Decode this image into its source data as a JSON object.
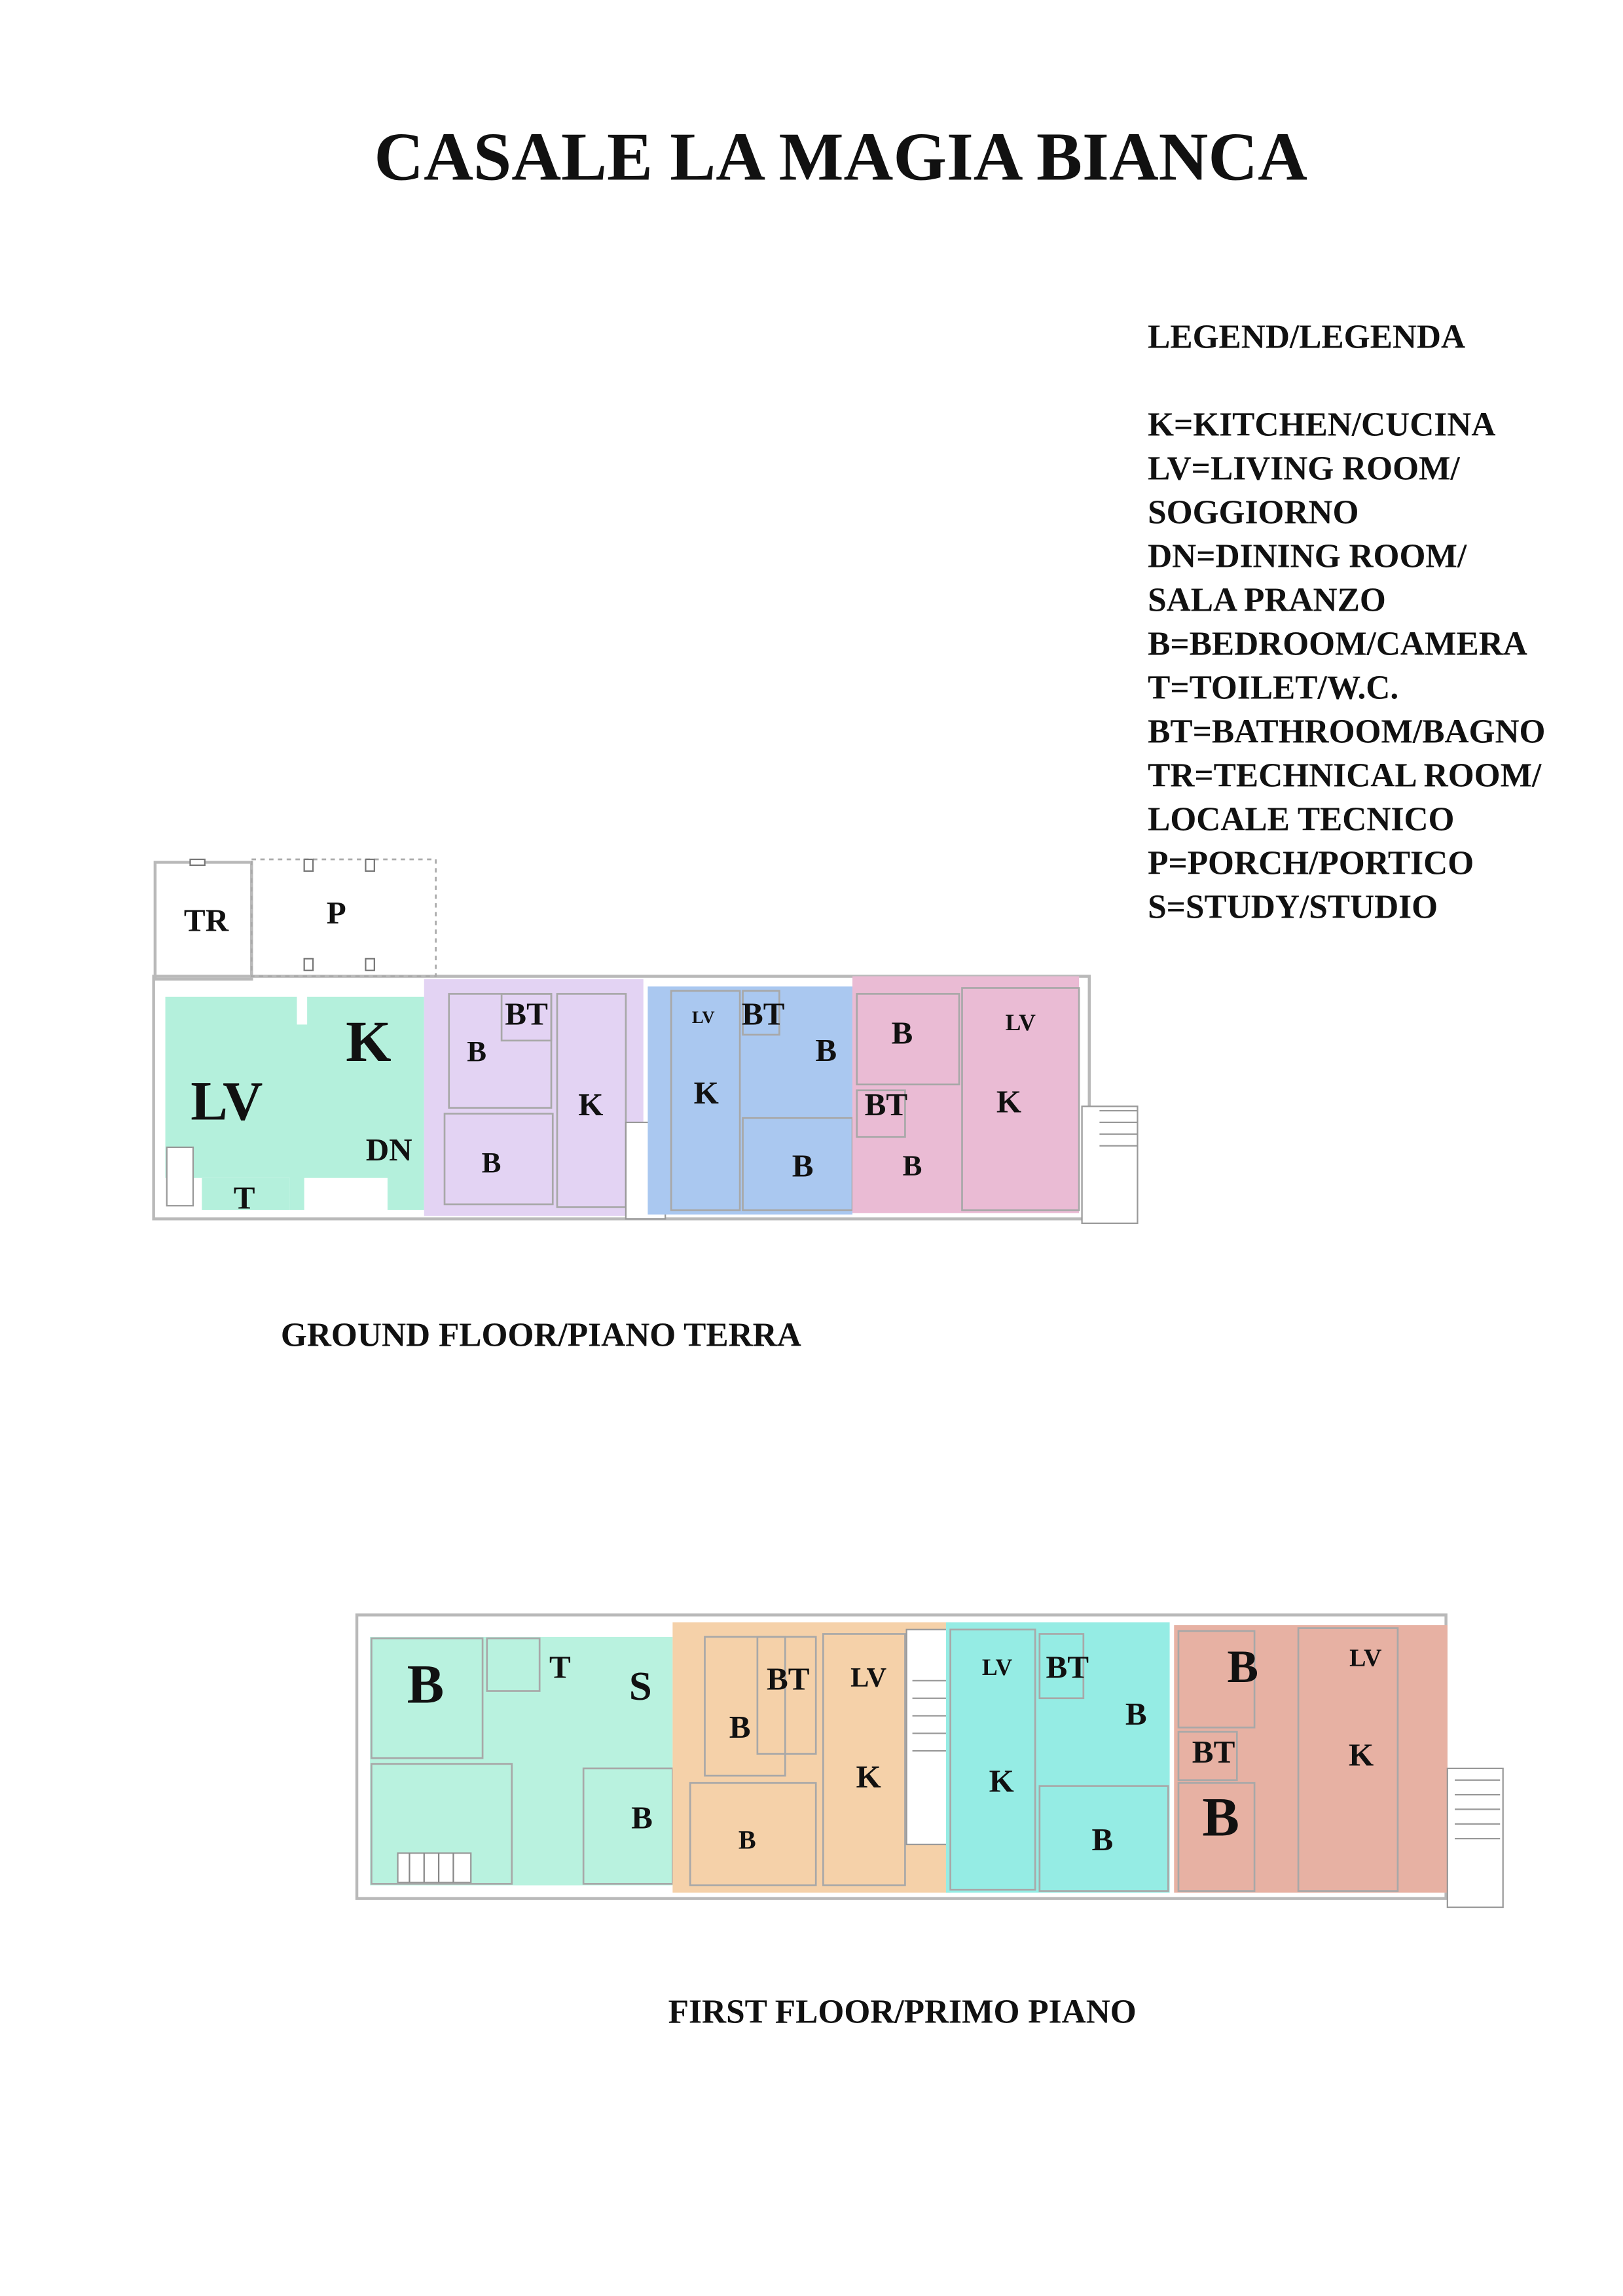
{
  "title": "CASALE LA MAGIA BIANCA",
  "legend": {
    "heading": "LEGEND/LEGENDA",
    "lines": [
      "K=KITCHEN/CUCINA",
      "LV=LIVING ROOM/",
      "SOGGIORNO",
      "DN=DINING ROOM/",
      "SALA PRANZO",
      "B=BEDROOM/CAMERA",
      "T=TOILET/W.C.",
      "BT=BATHROOM/BAGNO",
      "TR=TECHNICAL ROOM/",
      "LOCALE TECNICO",
      "P=PORCH/PORTICO",
      "S=STUDY/STUDIO"
    ]
  },
  "colors": {
    "ground_unit_1": "#b4f0dc",
    "ground_unit_2": "#e3d3f3",
    "ground_unit_3": "#aac8f0",
    "ground_unit_4": "#eabbd4",
    "first_unit_1": "#b9f2df",
    "first_unit_2": "#f5d1a9",
    "first_unit_3": "#95ece4",
    "first_unit_4": "#e7b1a3"
  },
  "ground_floor": {
    "caption": "GROUND FLOOR/PIANO TERRA",
    "rooms": [
      "TR",
      "P",
      "K",
      "LV",
      "DN",
      "T",
      "B",
      "BT",
      "K",
      "B",
      "LV",
      "BT",
      "K",
      "B",
      "BT",
      "B",
      "B",
      "LV",
      "K",
      "B"
    ]
  },
  "first_floor": {
    "caption": "FIRST FLOOR/PRIMO PIANO",
    "rooms": [
      "B",
      "T",
      "S",
      "B",
      "BT",
      "LV",
      "B",
      "K",
      "B",
      "LV",
      "BT",
      "B",
      "K",
      "B",
      "B",
      "LV",
      "BT",
      "K",
      "B"
    ]
  }
}
